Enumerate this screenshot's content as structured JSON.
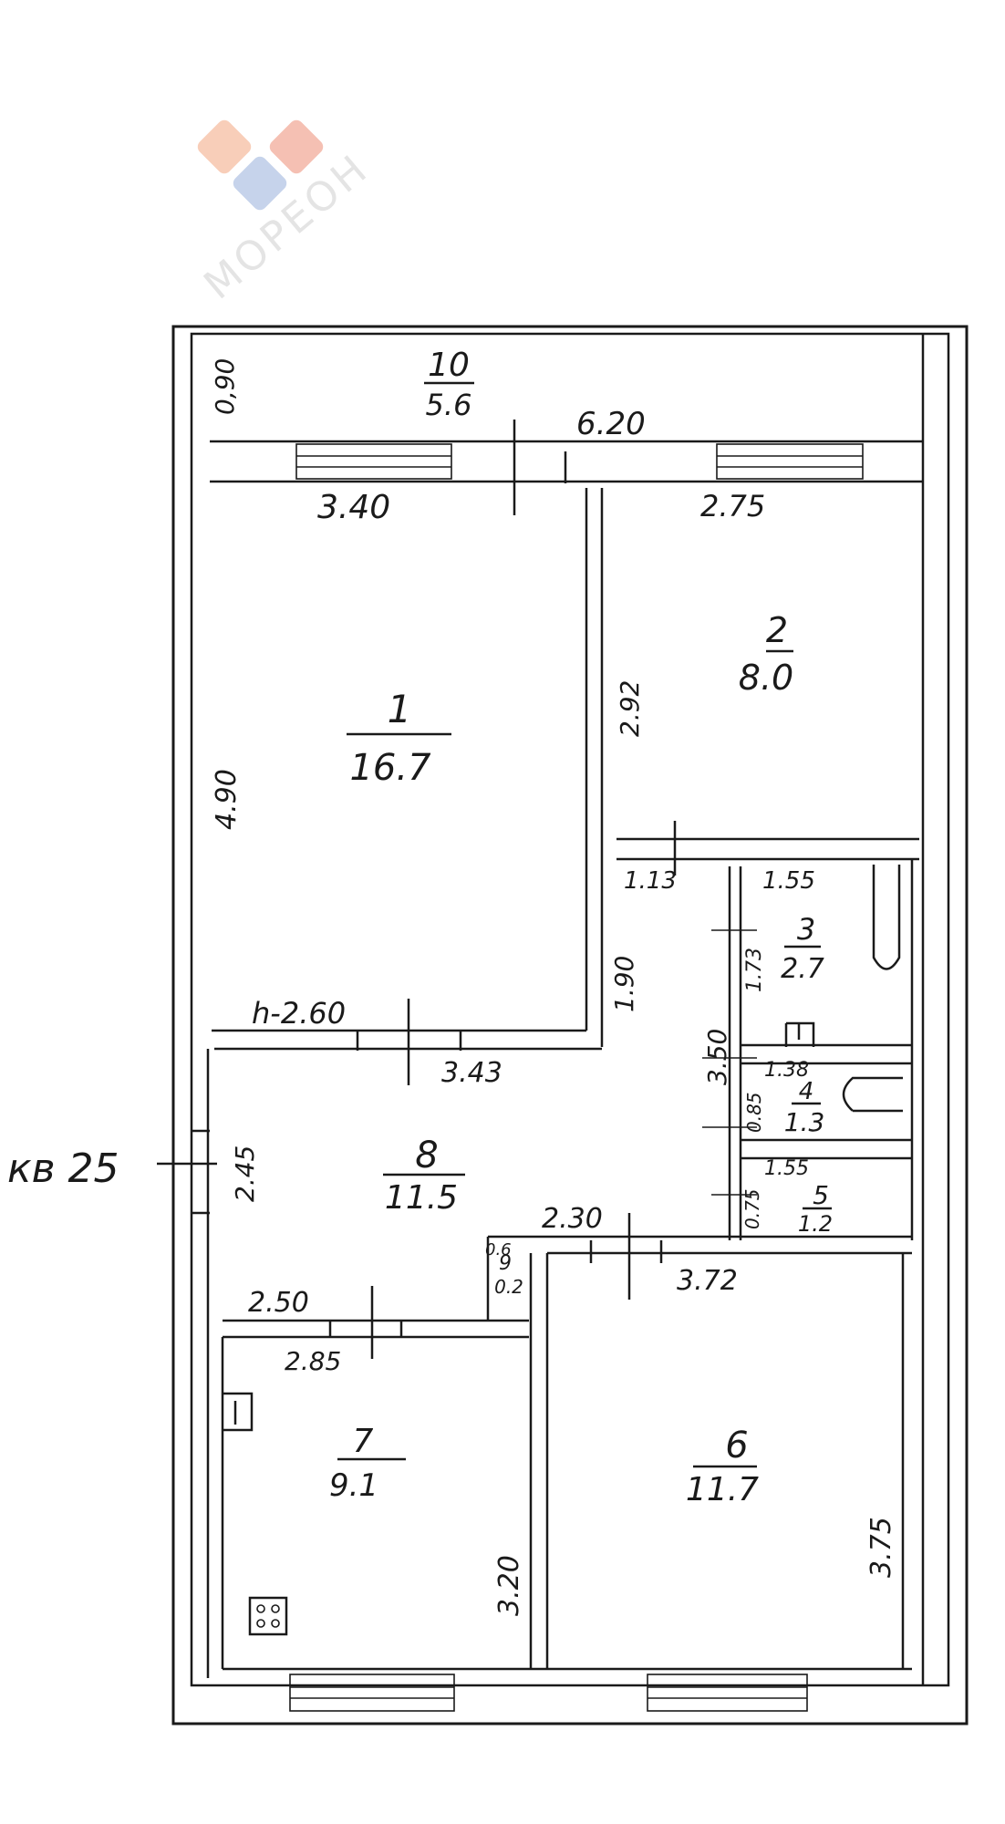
{
  "watermark": {
    "text": "МОРЕОН",
    "colors": {
      "tile_orange": "#f6c2a8",
      "tile_red": "#f3b0a0",
      "tile_blue": "#b8c8e6",
      "text": "#e4e4e4"
    }
  },
  "apartment_label": "кв 25",
  "rooms": [
    {
      "number": "10",
      "area": "5.6"
    },
    {
      "number": "1",
      "area": "16.7"
    },
    {
      "number": "2",
      "area": "8.0"
    },
    {
      "number": "3",
      "area": "2.7"
    },
    {
      "number": "4",
      "area": "1.3"
    },
    {
      "number": "5",
      "area": "1.2"
    },
    {
      "number": "6",
      "area": "11.7"
    },
    {
      "number": "7",
      "area": "9.1"
    },
    {
      "number": "8",
      "area": "11.5"
    },
    {
      "number": "9",
      "area": "0.2"
    }
  ],
  "dimensions": {
    "balcony_depth": "0,90",
    "balcony_length": "6.20",
    "room1_width": "3.40",
    "room2_width": "2.75",
    "room1_height": "4.90",
    "room2_height": "2.92",
    "hall_upper_left": "1.13",
    "hall_upper_right": "1.55",
    "corridor_height": "1.90",
    "room1_bottom_left": "h-2.60",
    "room1_bottom": "3.43",
    "bath_width": "1.73",
    "wc_height": "3.50",
    "room4_width": "1.38",
    "room4_height": "0.85",
    "room5_width": "1.55",
    "room5_height": "0.75",
    "entrance_width": "2.45",
    "hall_lower": "2.30",
    "room9_top": "0.6",
    "room6_width": "3.72",
    "room7_top": "2.50",
    "room7_width": "2.85",
    "room7_height": "3.20",
    "room6_height": "3.75"
  }
}
